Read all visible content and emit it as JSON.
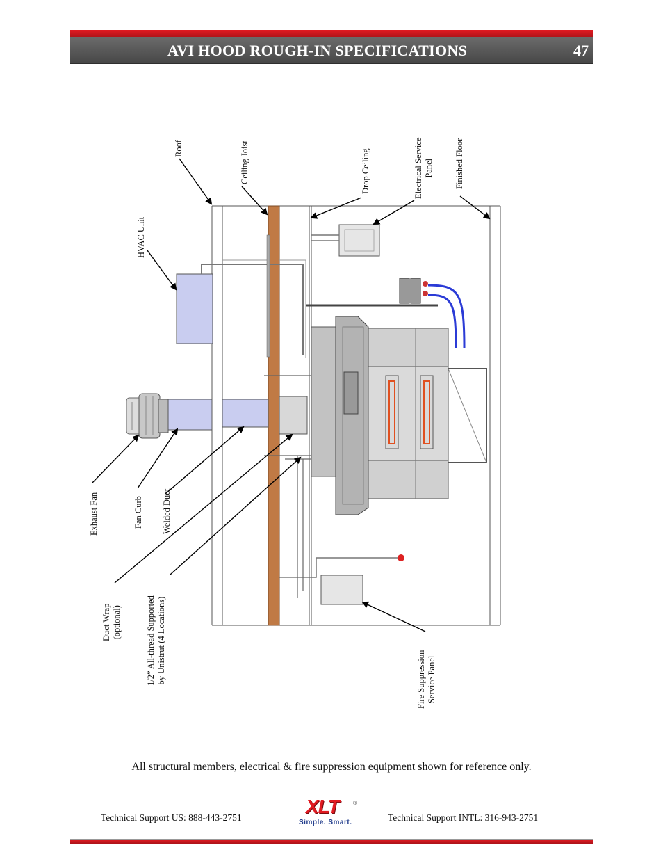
{
  "header": {
    "title": "AVI HOOD ROUGH-IN SPECIFICATIONS",
    "page_number": "47"
  },
  "labels": {
    "roof": "Roof",
    "ceiling_joist": "Ceiling Joist",
    "drop_ceiling": "Drop Ceiling",
    "electrical_panel_l1": "Electrical Service",
    "electrical_panel_l2": "Panel",
    "finished_floor": "Finished Floor",
    "hvac_unit": "HVAC Unit",
    "exhaust_fan": "Exhaust Fan",
    "fan_curb": "Fan Curb",
    "welded_duct": "Welded Duct",
    "duct_wrap_l1": "Duct Wrap",
    "duct_wrap_l2": "(optional)",
    "all_thread_l1": "1/2” All-thread Supported",
    "all_thread_l2": "by Unistrut  (4 Locations)",
    "fire_panel_l1": "Fire Suppression",
    "fire_panel_l2": "Service Panel"
  },
  "note": "All structural members, electrical & fire suppression equipment shown for reference only.",
  "footer": {
    "support_us": "Technical Support  US:  888-443-2751",
    "support_intl": "Technical Support  INTL:  316-943-2751",
    "logo_text": "XLT",
    "logo_registered": "®",
    "logo_tagline": "Simple. Smart."
  },
  "colors": {
    "header_red": "#e21b22",
    "header_gray": "#5a5a5a",
    "joist_brown": "#c07a45",
    "duct_blue": "#c9cdf0",
    "hood_gray": "#b8b8b8",
    "hose_blue": "#2b3bd6"
  }
}
